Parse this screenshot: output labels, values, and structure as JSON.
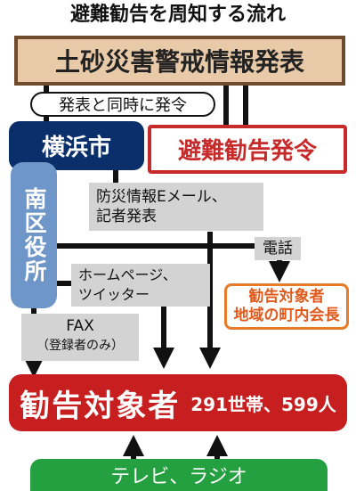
{
  "title": "避難勧告を周知する流れ",
  "announce": "土砂災害警戒情報発表",
  "pill": "発表と同時に発令",
  "yokohama": "横浜市",
  "hinan": "避難勧告発令",
  "minami": "南区役所",
  "bosai_line1": "防災情報Eメール、",
  "bosai_line2": "記者発表",
  "denwa": "電話",
  "choukai_line1": "勧告対象者",
  "choukai_line2": "地域の町内会長",
  "homepage_line1": "ホームページ、",
  "homepage_line2": "ツイッター",
  "fax_line1": "FAX",
  "fax_line2": "（登録者のみ）",
  "taisho_big": "勧告対象者",
  "taisho_small": "291世帯、599人",
  "tv": "テレビ、ラジオ",
  "colors": {
    "announce_bg": "#e8c9a8",
    "yokohama_bg": "#0b2f6a",
    "hinan_red": "#c72a2a",
    "minami_bg": "#6f96c8",
    "choukai_orange": "#e87b2a",
    "taisho_red": "#c71f1f",
    "tv_green": "#25a040"
  }
}
